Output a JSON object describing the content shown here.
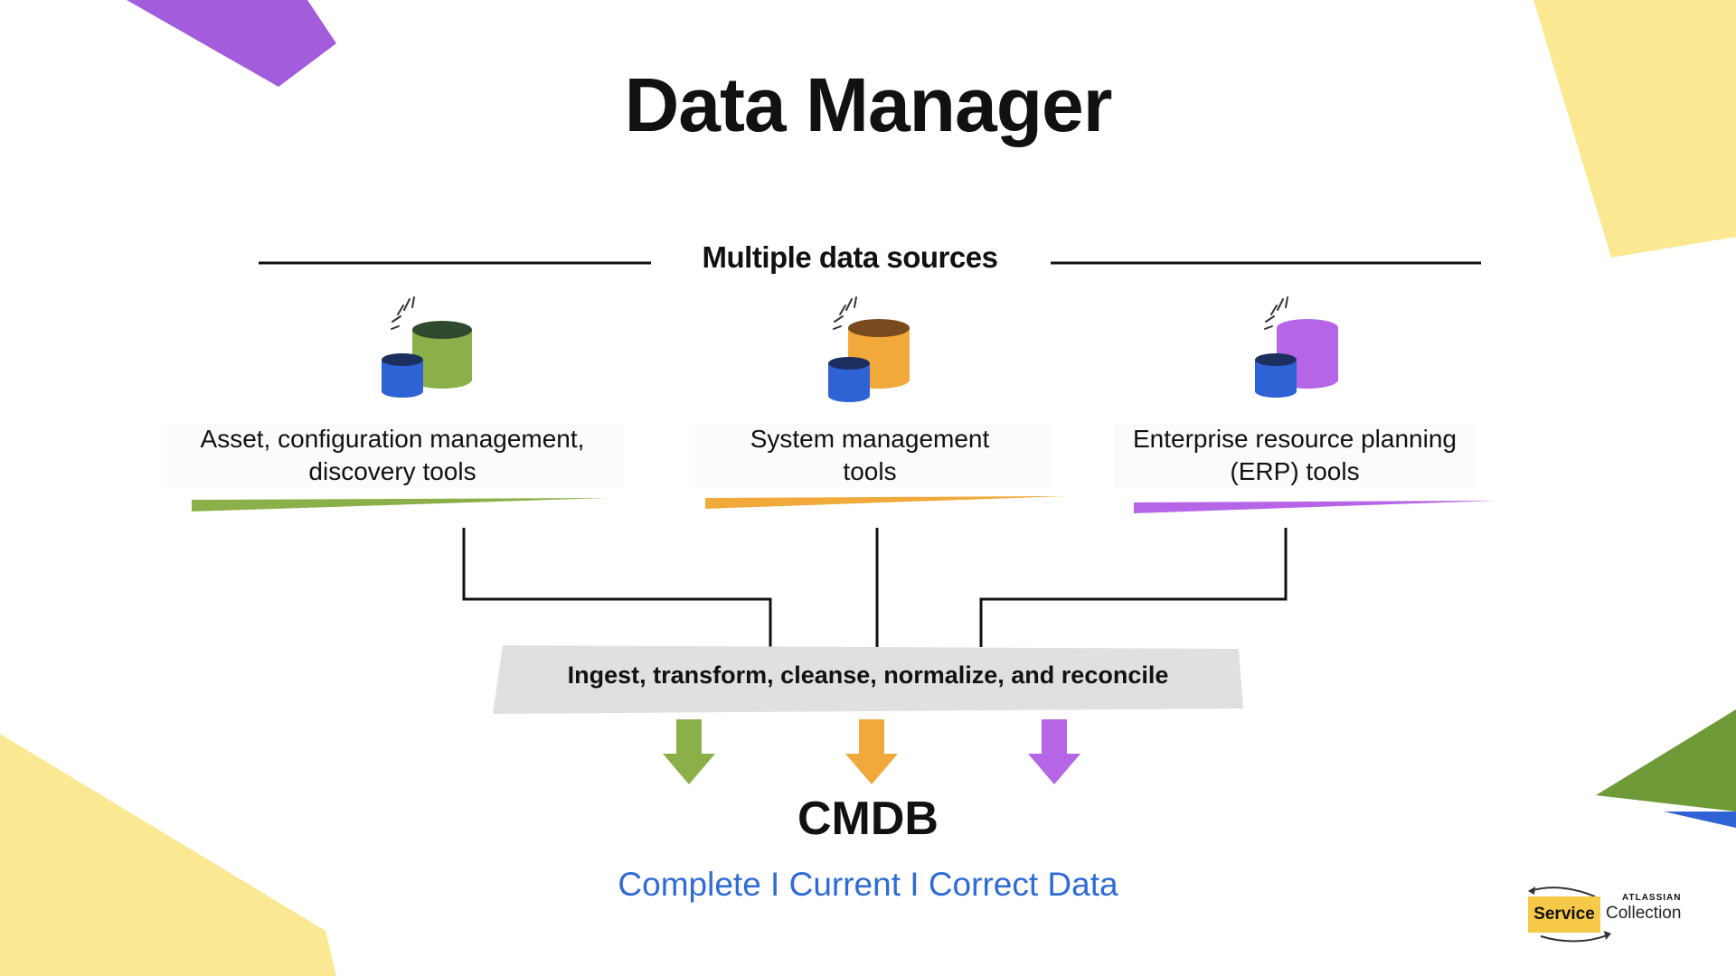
{
  "title": "Data Manager",
  "sources_heading": "Multiple data sources",
  "sources": [
    {
      "label_line1": "Asset, configuration management,",
      "label_line2": "discovery tools",
      "color": "#8bb04a",
      "color_dark": "#2f4a2f"
    },
    {
      "label_line1": "System management",
      "label_line2": "tools",
      "color": "#f2a93b",
      "color_dark": "#7a4a1f"
    },
    {
      "label_line1": "Enterprise resource planning",
      "label_line2": "(ERP) tools",
      "color": "#b565e6",
      "color_dark": "#b565e6"
    }
  ],
  "process": "Ingest, transform, cleanse, normalize, and reconcile",
  "target": "CMDB",
  "tagline": "Complete I Current I Correct Data",
  "logo": {
    "service": "Service",
    "brand": "ATLASSIAN",
    "collection": "Collection"
  },
  "colors": {
    "blue_db": "#2f62d4",
    "process_bar": "#e0e0e0",
    "tagline": "#2f6bd6",
    "deco_yellow": "#fbe893",
    "deco_purple": "#a35ddc",
    "deco_green": "#6e9a37"
  }
}
